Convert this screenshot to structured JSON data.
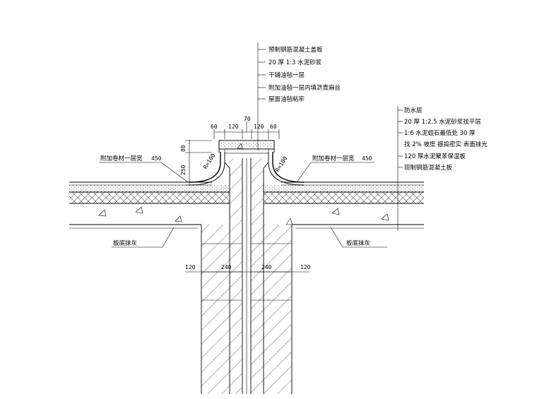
{
  "top_callout": [
    "预制钢筋混凝土盖板",
    "20 厚 1:3  水泥砂浆",
    "干铺油毡一层",
    "附加油毡一层内填沥青麻丝",
    "屋面油毡粘牢"
  ],
  "right_callout": [
    "防水层",
    "20 厚 1:2.5  水泥砂浆找平层",
    "1:6  水泥蛭石最低处     30 厚",
    "找 2% 坡度  振捣密实     表面抹光",
    "120  厚水泥聚苯保温板",
    "现制钢筋混凝土板"
  ],
  "left_flashing_label": "附加卷材一层宽",
  "left_flashing_width": "450",
  "right_flashing_label": "附加卷材一层宽",
  "right_flashing_width": "450",
  "left_plaster_label": "板底抹灰",
  "right_plaster_label": "板底抹灰",
  "left_radius": "R=100",
  "right_radius": "R=100",
  "top_dims": [
    "60",
    "120",
    "70",
    "120",
    "60"
  ],
  "vertical_dims": [
    "80",
    "250"
  ],
  "bottom_dims": [
    "120",
    "240",
    "240",
    "120"
  ]
}
